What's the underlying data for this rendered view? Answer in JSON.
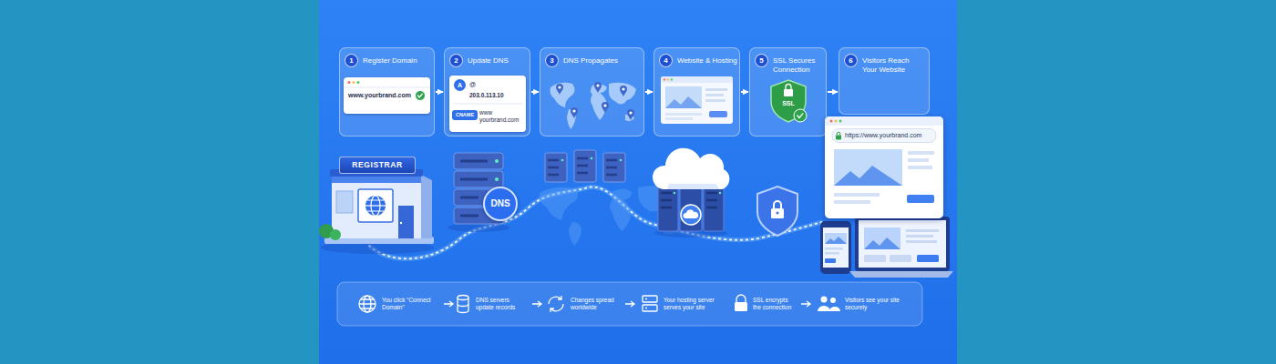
{
  "diagram": {
    "nodes": [
      {
        "text": [
          "Register Domain"
        ]
      },
      {
        "text": [
          "1"
        ],
        "in": 0
      },
      {
        "text": [
          "www.yourbrand.com"
        ],
        "in": 0
      },
      {
        "text": [
          "Update DNS"
        ]
      },
      {
        "text": [
          "2"
        ],
        "in": 3
      },
      {
        "text": [
          "@",
          "203.0.113.10",
          "www yourbrand.com"
        ],
        "in": 3
      },
      {
        "text": [
          "A"
        ],
        "in": 5
      },
      {
        "text": [
          "CNAME"
        ],
        "in": 5
      },
      {
        "text": [
          "DNS Propagates"
        ]
      },
      {
        "text": [
          "3"
        ],
        "in": 8
      },
      {
        "text": [
          "Website & Hosting"
        ]
      },
      {
        "text": [
          "4"
        ],
        "in": 10
      },
      {
        "text": [
          "SSL Secures Connection"
        ]
      },
      {
        "text": [
          "5"
        ],
        "in": 12
      },
      {
        "text": [
          "SSL"
        ],
        "in": 12
      },
      {
        "text": [
          "Visitors Reach Your Website"
        ]
      },
      {
        "text": [
          "6"
        ],
        "in": 15
      },
      {
        "text": [
          "REGISTRAR"
        ]
      },
      {
        "text": [
          "DNS"
        ]
      },
      {
        "text": [
          "https://www.yourbrand.com"
        ]
      }
    ],
    "edges": [
      {
        "from": 0,
        "to": 3,
        "arrow": "to"
      },
      {
        "from": 3,
        "to": 8,
        "arrow": "to"
      },
      {
        "from": 8,
        "to": 10,
        "arrow": "to"
      },
      {
        "from": 10,
        "to": 12,
        "arrow": "to"
      },
      {
        "from": 12,
        "to": 15,
        "arrow": "to"
      }
    ],
    "labels": [
      "You click “Connect Domain”",
      "DNS servers update records",
      "Changes spread worldwide",
      "Your hosting server serves your site",
      "SSL encrypts the connection",
      "Visitors see your site securely"
    ]
  }
}
